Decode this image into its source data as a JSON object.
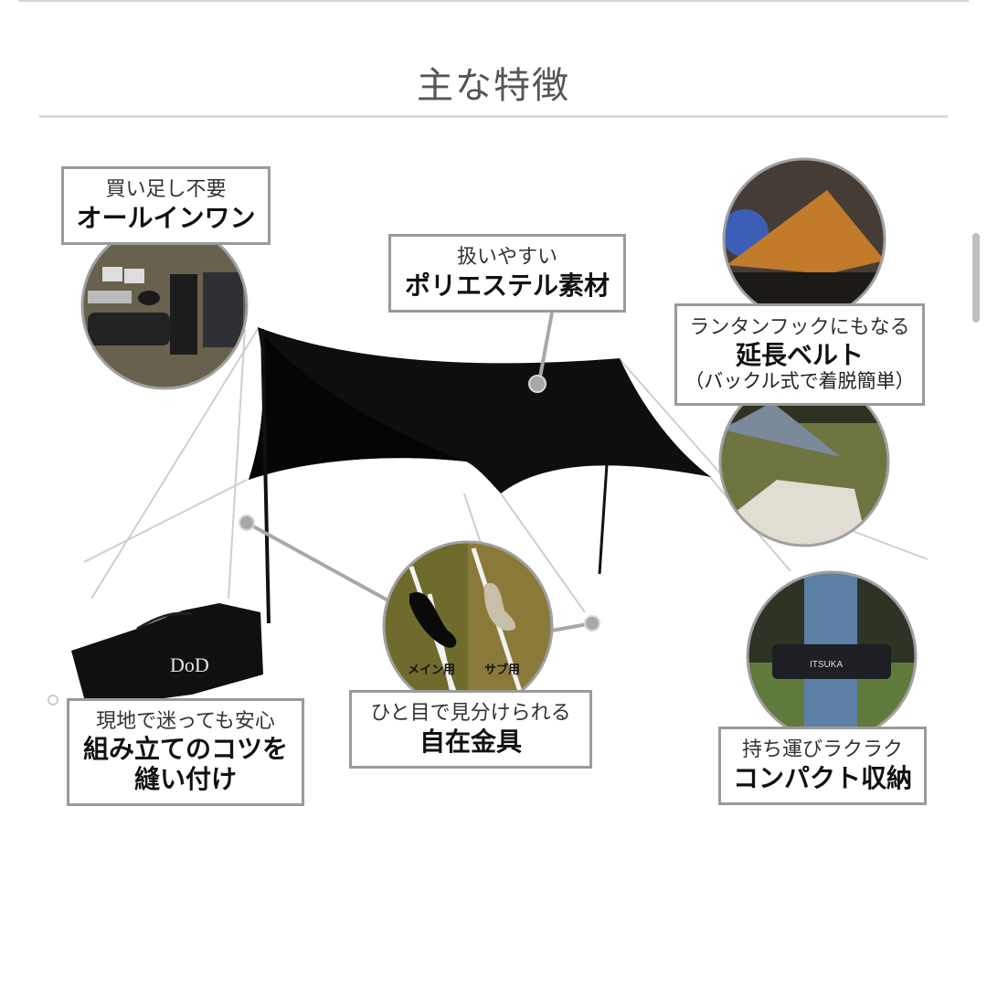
{
  "page": {
    "title": "主な特徴"
  },
  "features": [
    {
      "id": "all-in-one",
      "sub": "買い足し不要",
      "main": "オールインワン"
    },
    {
      "id": "polyester",
      "sub": "扱いやすい",
      "main": "ポリエステル素材"
    },
    {
      "id": "extension-belt",
      "sub": "ランタンフックにもなる",
      "main": "延長ベルト",
      "note": "（バックル式で着脱簡単）"
    },
    {
      "id": "sewn-instructions",
      "sub": "現地で迷っても安心",
      "main": "組み立てのコツを",
      "main2": "縫い付け"
    },
    {
      "id": "self-tensioner",
      "sub": "ひと目で見分けられる",
      "main": "自在金具"
    },
    {
      "id": "compact",
      "sub": "持ち運びラクラク",
      "main": "コンパクト収納"
    }
  ],
  "tensioner_labels": {
    "main": "メイン用",
    "sub": "サブ用"
  },
  "bag_logo": "DoD",
  "carry_bag_logo": "ITSUKA",
  "colors": {
    "tarp": "#0e0e0e",
    "callout_border": "#9a9a9a",
    "pointer": "#a8a8a8",
    "title": "#555555"
  }
}
